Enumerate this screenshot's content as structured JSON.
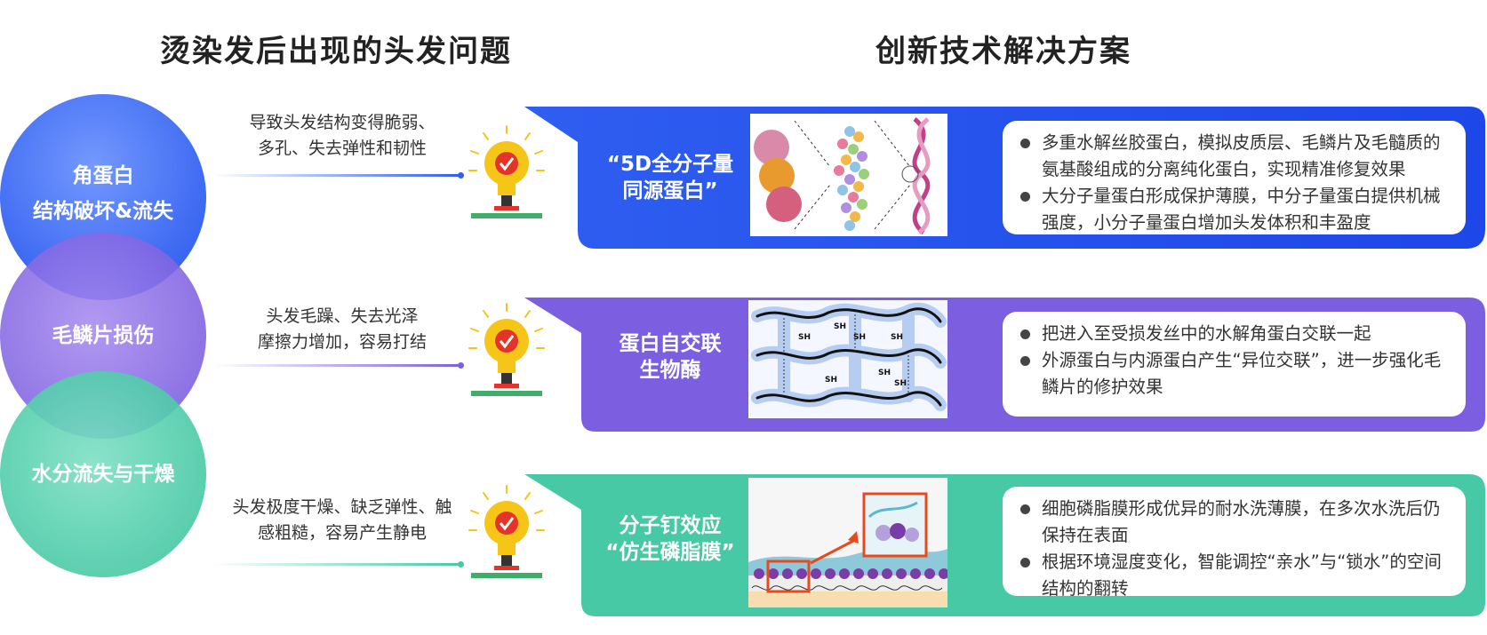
{
  "headings": {
    "left": "烫染发后出现的头发问题",
    "right": "创新技术解决方案"
  },
  "problems": [
    {
      "circle_lines": [
        "角蛋白",
        "结构破坏&流失"
      ],
      "description_lines": [
        "导致头发结构变得脆弱、",
        "多孔、失去弹性和韧性"
      ]
    },
    {
      "circle_lines": [
        "毛鳞片损伤"
      ],
      "description_lines": [
        "头发毛躁、失去光泽",
        "摩擦力增加，容易打结"
      ]
    },
    {
      "circle_lines": [
        "水分流失与干燥"
      ],
      "description_lines": [
        "头发极度干燥、缺乏弹性、触",
        "感粗糙，容易产生静电"
      ]
    }
  ],
  "solutions": [
    {
      "title_lines": [
        "“5D全分子量",
        "同源蛋白”"
      ],
      "image_icon": "protein-molecule-illustration",
      "bullets": [
        "多重水解丝胶蛋白，模拟皮质层、毛鳞片及毛髓质的氨基酸组成的分离纯化蛋白，实现精准修复效果",
        "大分子量蛋白形成保护薄膜，中分子量蛋白提供机械强度，小分子量蛋白增加头发体积和丰盈度"
      ]
    },
    {
      "title_lines": [
        "蛋白自交联",
        "生物酶"
      ],
      "image_icon": "crosslink-network-illustration",
      "image_labels": [
        "SH",
        "SH",
        "SH",
        "SH",
        "SH",
        "SH",
        "SH"
      ],
      "bullets": [
        "把进入至受损发丝中的水解角蛋白交联一起",
        "外源蛋白与内源蛋白产生“异位交联”，进一步强化毛鳞片的修护效果"
      ]
    },
    {
      "title_lines": [
        "分子钉效应",
        "“仿生磷脂膜”"
      ],
      "image_icon": "phospholipid-film-illustration",
      "bullets": [
        "细胞磷脂膜形成优异的耐水洗薄膜，在多次水洗后仍保持在表面",
        "根据环境湿度变化，智能调控“亲水”与“锁水”的空间结构的翻转"
      ]
    }
  ],
  "colors": {
    "blue": "#2f5ef0",
    "purple": "#7c5fe0",
    "green": "#46c9a4",
    "bulb": "#f5c518",
    "check": "#e5332a",
    "base": "#3fae6a"
  },
  "icons": {
    "bulb": "lightbulb-check-icon"
  }
}
